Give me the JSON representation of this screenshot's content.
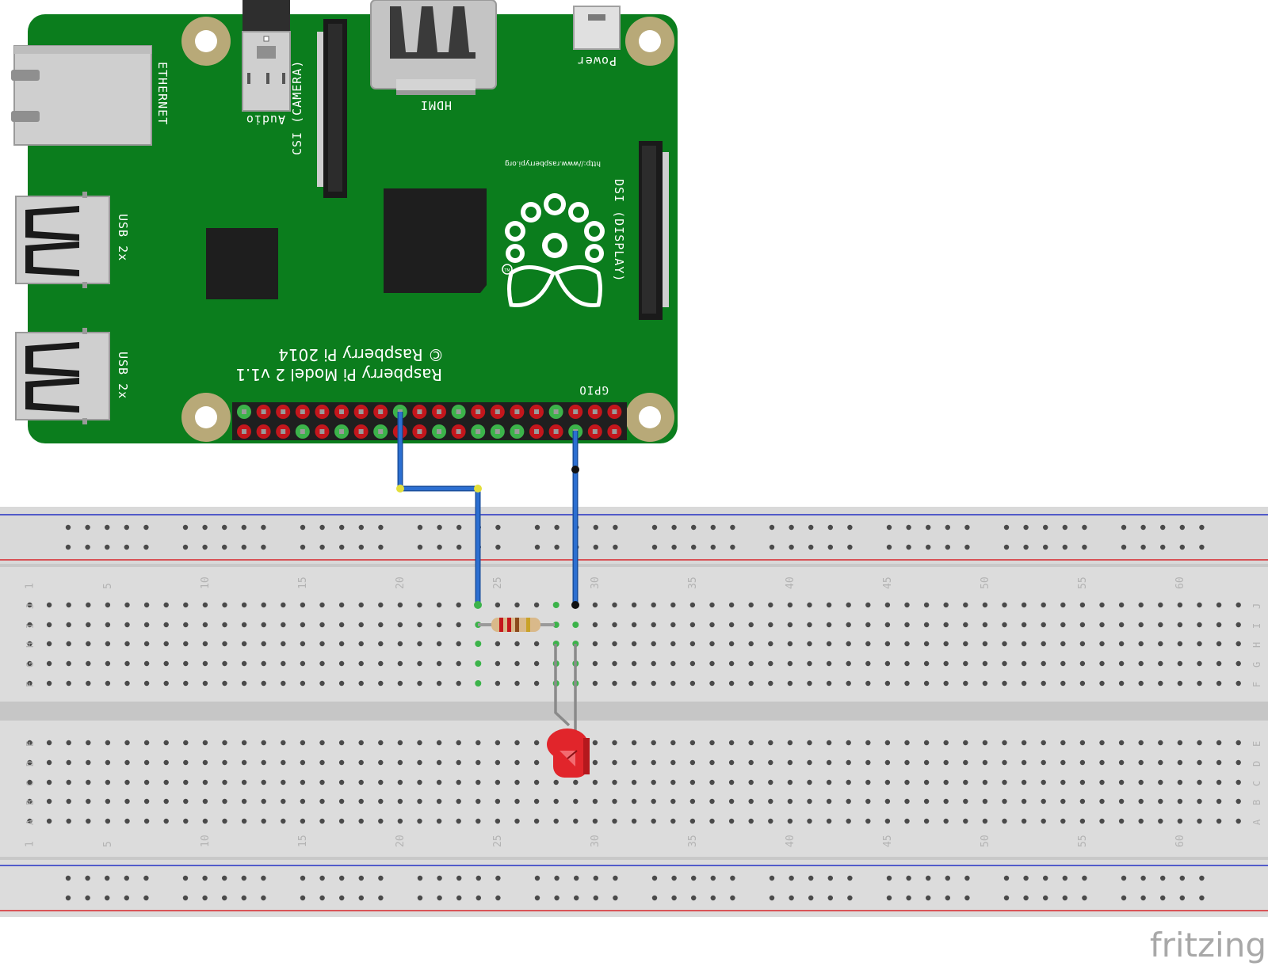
{
  "pi": {
    "model_label": "Raspberry Pi Model 2 v1.1",
    "copyright_label": "© Raspberry Pi 2014",
    "url_label": "http://www.raspberrypi.org",
    "tm_label": "TM",
    "ports": {
      "ethernet": "ETHERNET",
      "usb_top": "USB 2x",
      "usb_bottom": "USB 2x",
      "audio": "Audio",
      "camera": "CSI (CAMERA)",
      "hdmi": "HDMI",
      "power": "Power",
      "display": "DSI (DISPLAY)",
      "gpio": "GPIO"
    },
    "colors": {
      "board": "#0b7d1d",
      "header_red": "#c4161c",
      "header_green": "#3cb34a"
    }
  },
  "breadboard": {
    "columns": [
      1,
      5,
      10,
      15,
      20,
      25,
      30,
      35,
      40,
      45,
      50,
      55,
      60
    ],
    "rows_top": [
      "J",
      "I",
      "H",
      "G",
      "F"
    ],
    "rows_bottom": [
      "E",
      "D",
      "C",
      "B",
      "A"
    ],
    "colors": {
      "rail_red": "#d7262b",
      "rail_blue": "#2431c4"
    }
  },
  "components": {
    "resistor": "resistor",
    "led": "red LED",
    "wire_color": "#2c6fd1"
  },
  "watermark": "fritzing"
}
